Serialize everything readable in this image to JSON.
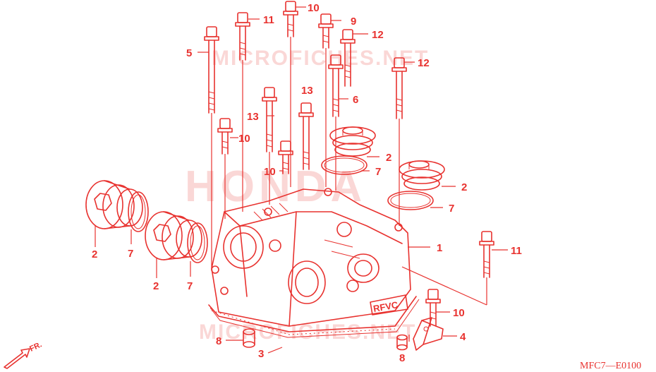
{
  "watermarks": {
    "top": "MICROFICHES.NET",
    "center": "HONDA",
    "bottom": "MICROFICHES.NET"
  },
  "diagram_code": "MFC7—E0100",
  "front_indicator": "FR.",
  "colors": {
    "ink": "#e8322f",
    "watermark": "#f6b8b6",
    "background": "#ffffff"
  },
  "cover_marking": "RFVC",
  "callouts": [
    {
      "id": "bolt-5",
      "label": "5"
    },
    {
      "id": "bolt-11-top",
      "label": "11"
    },
    {
      "id": "bolt-10-top",
      "label": "10"
    },
    {
      "id": "bolt-9",
      "label": "9"
    },
    {
      "id": "bolt-12-upper",
      "label": "12"
    },
    {
      "id": "bolt-12-right",
      "label": "12"
    },
    {
      "id": "bolt-13-mid",
      "label": "13"
    },
    {
      "id": "bolt-13-left",
      "label": "13"
    },
    {
      "id": "pipe-6",
      "label": "6"
    },
    {
      "id": "bolt-10-left",
      "label": "10"
    },
    {
      "id": "bolt-10-center",
      "label": "10"
    },
    {
      "id": "cap-2-upper",
      "label": "2"
    },
    {
      "id": "ring-7-upper",
      "label": "7"
    },
    {
      "id": "cap-2-right",
      "label": "2"
    },
    {
      "id": "ring-7-right",
      "label": "7"
    },
    {
      "id": "cover-1",
      "label": "1"
    },
    {
      "id": "bolt-11-right",
      "label": "11"
    },
    {
      "id": "cap-2-far-left",
      "label": "2"
    },
    {
      "id": "ring-7-far-left",
      "label": "7"
    },
    {
      "id": "cap-2-left",
      "label": "2"
    },
    {
      "id": "ring-7-left",
      "label": "7"
    },
    {
      "id": "bolt-10-lower",
      "label": "10"
    },
    {
      "id": "bracket-4",
      "label": "4"
    },
    {
      "id": "dowel-8-left",
      "label": "8"
    },
    {
      "id": "dowel-8-right",
      "label": "8"
    },
    {
      "id": "gasket-3",
      "label": "3"
    }
  ]
}
